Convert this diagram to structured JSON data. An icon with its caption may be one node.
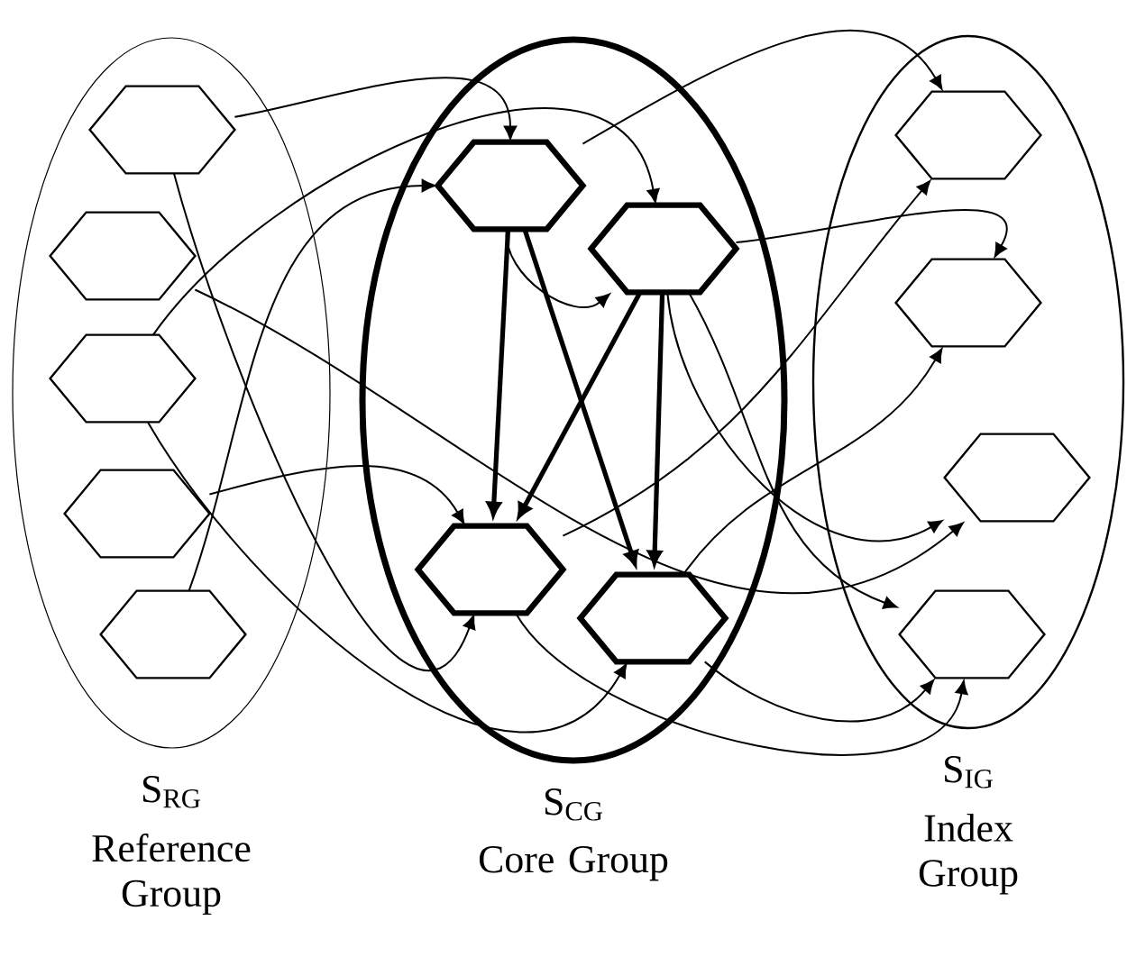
{
  "diagram": {
    "nodes": [
      {
        "text": [
          "S$_{RG}$",
          "Reference Group"
        ]
      },
      {
        "text": [
          "S$_{CG}$",
          "Core Group"
        ]
      },
      {
        "text": [
          "S$_{IG}$",
          "Index Group"
        ]
      },
      {
        "text": [],
        "shape": "hexagon",
        "in": 0
      },
      {
        "text": [],
        "shape": "hexagon",
        "in": 0
      },
      {
        "text": [],
        "shape": "hexagon",
        "in": 0
      },
      {
        "text": [],
        "shape": "hexagon",
        "in": 0
      },
      {
        "text": [],
        "shape": "hexagon",
        "in": 0
      },
      {
        "text": [],
        "shape": "hexagon",
        "in": 1
      },
      {
        "text": [],
        "shape": "hexagon",
        "in": 1
      },
      {
        "text": [],
        "shape": "hexagon",
        "in": 1
      },
      {
        "text": [],
        "shape": "hexagon",
        "in": 1
      },
      {
        "text": [],
        "shape": "hexagon",
        "in": 2
      },
      {
        "text": [],
        "shape": "hexagon",
        "in": 2
      },
      {
        "text": [],
        "shape": "hexagon",
        "in": 2
      },
      {
        "text": [],
        "shape": "hexagon",
        "in": 2
      }
    ],
    "edges": [
      {
        "from": 3,
        "to": 8,
        "arrow": "to"
      },
      {
        "from": 3,
        "to": 10,
        "arrow": "to"
      },
      {
        "from": 4,
        "to": 14,
        "arrow": "to"
      },
      {
        "from": 5,
        "to": 9,
        "arrow": "to"
      },
      {
        "from": 5,
        "to": 11,
        "arrow": "to"
      },
      {
        "from": 6,
        "to": 10,
        "arrow": "to"
      },
      {
        "from": 7,
        "to": 8,
        "arrow": "to"
      },
      {
        "from": 8,
        "to": 10,
        "arrow": "to",
        "style": "thick"
      },
      {
        "from": 8,
        "to": 11,
        "arrow": "to",
        "style": "thick"
      },
      {
        "from": 9,
        "to": 10,
        "arrow": "to",
        "style": "thick"
      },
      {
        "from": 9,
        "to": 11,
        "arrow": "to",
        "style": "thick"
      },
      {
        "from": 8,
        "to": 9,
        "arrow": "to"
      },
      {
        "from": 8,
        "to": 12,
        "arrow": "to"
      },
      {
        "from": 10,
        "to": 12,
        "arrow": "to"
      },
      {
        "from": 9,
        "to": 13,
        "arrow": "to"
      },
      {
        "from": 11,
        "to": 13,
        "arrow": "to"
      },
      {
        "from": 9,
        "to": 14,
        "arrow": "to"
      },
      {
        "from": 9,
        "to": 15,
        "arrow": "to"
      },
      {
        "from": 11,
        "to": 15,
        "arrow": "to"
      },
      {
        "from": 10,
        "to": 15,
        "arrow": "to"
      }
    ]
  }
}
